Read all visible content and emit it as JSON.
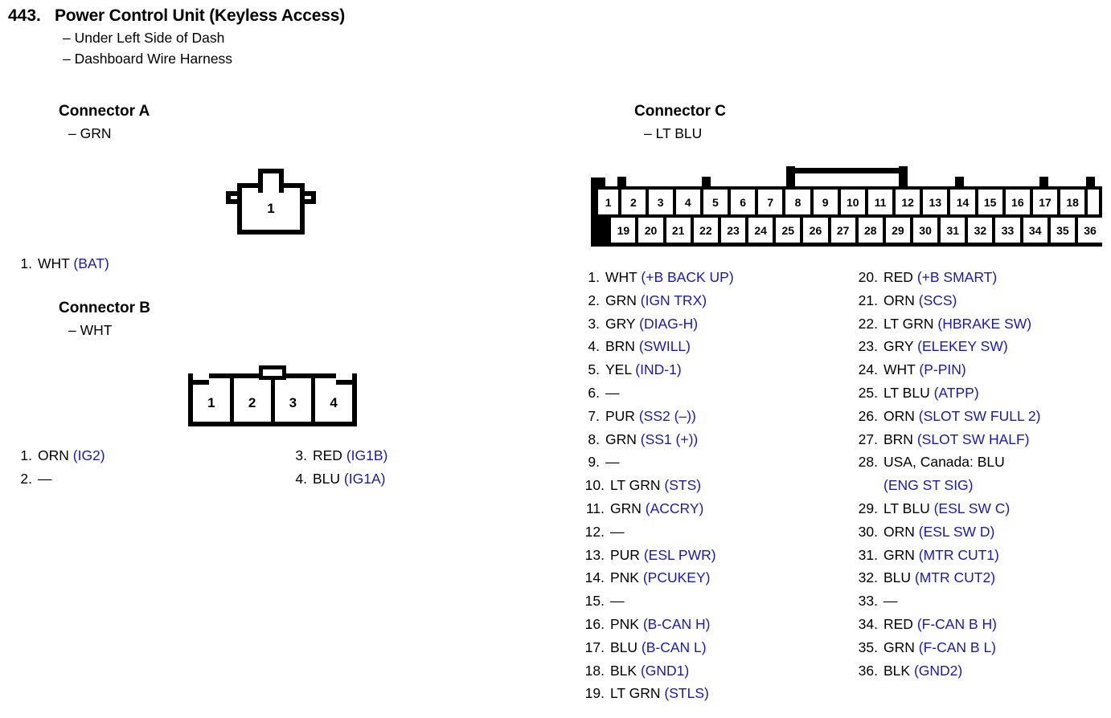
{
  "header": {
    "number": "443.",
    "title": "Power Control Unit (Keyless Access)",
    "sub1": "– Under Left Side of Dash",
    "sub2": "– Dashboard Wire Harness"
  },
  "connector_a": {
    "heading": "Connector A",
    "color": "– GRN",
    "cavity_label": "1",
    "pins": [
      {
        "num": "1.",
        "wire": "WHT ",
        "signal": "(BAT)"
      }
    ]
  },
  "connector_b": {
    "heading": "Connector B",
    "color": "– WHT",
    "cavity_labels": [
      "1",
      "2",
      "3",
      "4"
    ],
    "pins_left": [
      {
        "num": "1.",
        "wire": "ORN ",
        "signal": "(IG2)"
      },
      {
        "num": "2.",
        "wire": "—",
        "signal": ""
      }
    ],
    "pins_right": [
      {
        "num": "3.",
        "wire": "RED ",
        "signal": "(IG1B)"
      },
      {
        "num": "4.",
        "wire": "BLU ",
        "signal": "(IG1A)"
      }
    ]
  },
  "connector_c": {
    "heading": "Connector C",
    "color": "– LT BLU",
    "top_row_labels": [
      "1",
      "2",
      "3",
      "4",
      "5",
      "6",
      "7",
      "8",
      "9",
      "10",
      "11",
      "12",
      "13",
      "14",
      "15",
      "16",
      "17",
      "18"
    ],
    "bottom_row_labels": [
      "19",
      "20",
      "21",
      "22",
      "23",
      "24",
      "25",
      "26",
      "27",
      "28",
      "29",
      "30",
      "31",
      "32",
      "33",
      "34",
      "35",
      "36"
    ],
    "pins_left": [
      {
        "num": "1.",
        "wire": "WHT ",
        "signal": "(+B BACK UP)"
      },
      {
        "num": "2.",
        "wire": "GRN ",
        "signal": "(IGN TRX)"
      },
      {
        "num": "3.",
        "wire": "GRY ",
        "signal": "(DIAG-H)"
      },
      {
        "num": "4.",
        "wire": "BRN ",
        "signal": "(SWILL)"
      },
      {
        "num": "5.",
        "wire": "YEL ",
        "signal": "(IND-1)"
      },
      {
        "num": "6.",
        "wire": "—",
        "signal": ""
      },
      {
        "num": "7.",
        "wire": "PUR ",
        "signal": "(SS2 (–))"
      },
      {
        "num": "8.",
        "wire": "GRN ",
        "signal": "(SS1 (+))"
      },
      {
        "num": "9.",
        "wire": "—",
        "signal": ""
      },
      {
        "num": "10.",
        "wire": "LT GRN ",
        "signal": "(STS)"
      },
      {
        "num": "11.",
        "wire": "GRN ",
        "signal": "(ACCRY)"
      },
      {
        "num": "12.",
        "wire": "—",
        "signal": ""
      },
      {
        "num": "13.",
        "wire": "PUR ",
        "signal": "(ESL PWR)"
      },
      {
        "num": "14.",
        "wire": "PNK ",
        "signal": "(PCUKEY)"
      },
      {
        "num": "15.",
        "wire": "—",
        "signal": ""
      },
      {
        "num": "16.",
        "wire": "PNK ",
        "signal": "(B-CAN H)"
      },
      {
        "num": "17.",
        "wire": "BLU ",
        "signal": "(B-CAN L)"
      },
      {
        "num": "18.",
        "wire": "BLK ",
        "signal": "(GND1)"
      },
      {
        "num": "19.",
        "wire": "LT GRN ",
        "signal": "(STLS)"
      }
    ],
    "pins_right": [
      {
        "num": "20.",
        "wire": "RED ",
        "signal": "(+B SMART)"
      },
      {
        "num": "21.",
        "wire": "ORN ",
        "signal": "(SCS)"
      },
      {
        "num": "22.",
        "wire": "LT GRN ",
        "signal": "(HBRAKE SW)"
      },
      {
        "num": "23.",
        "wire": "GRY ",
        "signal": "(ELEKEY SW)"
      },
      {
        "num": "24.",
        "wire": "WHT ",
        "signal": "(P-PIN)"
      },
      {
        "num": "25.",
        "wire": "LT BLU ",
        "signal": "(ATPP)"
      },
      {
        "num": "26.",
        "wire": "ORN ",
        "signal": "(SLOT SW FULL 2)"
      },
      {
        "num": "27.",
        "wire": "BRN ",
        "signal": "(SLOT SW HALF)"
      },
      {
        "num": "28.",
        "wire": "USA, Canada: BLU",
        "signal": "",
        "sub": "(ENG ST SIG)"
      },
      {
        "num": "29.",
        "wire": "LT BLU ",
        "signal": "(ESL SW C)"
      },
      {
        "num": "30.",
        "wire": "ORN ",
        "signal": "(ESL SW D)"
      },
      {
        "num": "31.",
        "wire": "GRN ",
        "signal": "(MTR CUT1)"
      },
      {
        "num": "32.",
        "wire": "BLU ",
        "signal": "(MTR CUT2)"
      },
      {
        "num": "33.",
        "wire": "—",
        "signal": ""
      },
      {
        "num": "34.",
        "wire": "RED ",
        "signal": "(F-CAN B H)"
      },
      {
        "num": "35.",
        "wire": "GRN ",
        "signal": "(F-CAN B L)"
      },
      {
        "num": "36.",
        "wire": "BLK ",
        "signal": "(GND2)"
      }
    ]
  },
  "colors": {
    "signal_blue": "#1a1aaf",
    "ink": "#000000",
    "paper": "#ffffff"
  }
}
